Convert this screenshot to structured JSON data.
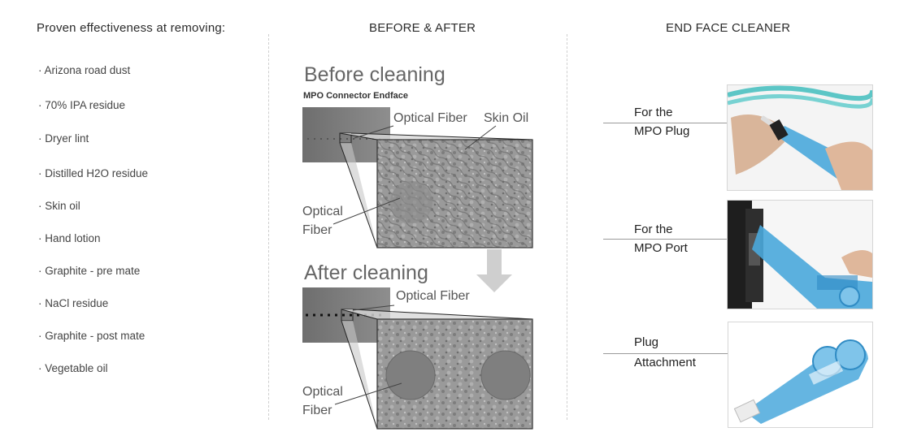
{
  "left": {
    "heading": "Proven effectiveness at removing:",
    "items": [
      "· Arizona road dust",
      "· 70% IPA residue",
      "· Dryer lint",
      "· Distilled H2O residue",
      "· Skin oil",
      "· Hand lotion",
      "· Graphite - pre mate",
      "· NaCl residue",
      "· Graphite - post mate",
      "· Vegetable oil"
    ]
  },
  "middle": {
    "heading": "BEFORE & AFTER",
    "before": {
      "title": "Before cleaning",
      "subtitle": "MPO Connector Endface",
      "label_optical_fiber_top": "Optical Fiber",
      "label_skin_oil": "Skin Oil",
      "label_optical_1": "Optical",
      "label_fiber_1": "Fiber"
    },
    "after": {
      "title": "After cleaning",
      "label_optical_fiber_top": "Optical Fiber",
      "label_optical_1": "Optical",
      "label_fiber_1": "Fiber"
    }
  },
  "right": {
    "heading": "END FACE CLEANER",
    "items": [
      {
        "line1": "For the",
        "line2": "MPO Plug"
      },
      {
        "line1": "For the",
        "line2": "MPO Port"
      },
      {
        "line1": "Plug",
        "line2": "Attachment"
      }
    ]
  },
  "colors": {
    "tool_blue": "#4aa8dc",
    "cable_aqua": "#5cc6c6",
    "sem_gray": "#8a8a8a"
  }
}
